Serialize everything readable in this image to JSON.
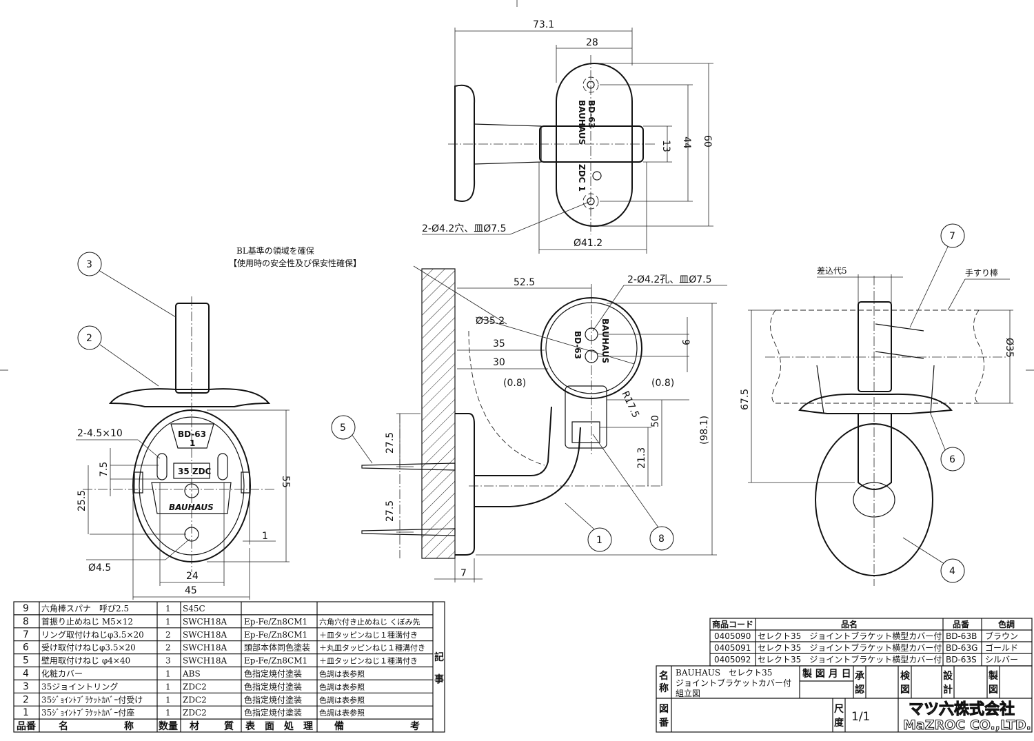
{
  "top_view": {
    "dim_overall": "73.1",
    "dim_width": "28",
    "dim_13": "13",
    "dim_44": "44",
    "dim_60": "60",
    "dim_dia": "Ø41.2",
    "hole_note": "2-Ø4.2穴、皿Ø7.5",
    "marking_1": "BAUHAUS",
    "marking_2": "BD-63",
    "marking_3": "ZDC 1"
  },
  "front_view": {
    "note_holes": "2-4.5×10",
    "dim_7_5": "7.5",
    "dim_25_5": "25.5",
    "dim_55": "55",
    "dim_1": "1",
    "dim_dia": "Ø4.5",
    "dim_24": "24",
    "dim_45": "45",
    "marking_1": "BD-63",
    "marking_1b": "1",
    "marking_2": "35 ZDC",
    "marking_3": "BAUHAUS"
  },
  "side_view": {
    "note_line1": "BL基準の領域を確保",
    "note_line2": "【使用時の安全性及び保安性確保】",
    "dim_52_5": "52.5",
    "hole_note": "2-Ø4.2孔、皿Ø7.5",
    "dim_35_2": "Ø35.2",
    "dim_35": "35",
    "dim_30": "30",
    "dim_0_8a": "(0.8)",
    "dim_0_8b": "(0.8)",
    "dim_9": "9",
    "dim_r": "R17.5",
    "dim_50": "50",
    "dim_98_1": "(98.1)",
    "dim_21_3": "21.3",
    "dim_27_5a": "27.5",
    "dim_27_5b": "27.5",
    "dim_7": "7",
    "marking_1": "BD-63",
    "marking_2": "BAUHAUS"
  },
  "right_view": {
    "note_insert": "差込代5",
    "note_rail": "手すり棒",
    "dim_67_5": "67.5",
    "dim_35": "Ø35"
  },
  "balloons": [
    "1",
    "2",
    "3",
    "4",
    "5",
    "6",
    "7",
    "8"
  ],
  "parts_table": {
    "rows": [
      {
        "no": "9",
        "name": "六角棒スパナ　呼び2.5",
        "qty": "1",
        "material": "S45C",
        "finish": "",
        "remarks": ""
      },
      {
        "no": "8",
        "name": "首振り止めねじ M5×12",
        "qty": "1",
        "material": "SWCH18A",
        "finish": "Ep-Fe/Zn8CM1",
        "remarks": "六角穴付き止めねじ くぼみ先"
      },
      {
        "no": "7",
        "name": "リング取付けねじφ3.5×20",
        "qty": "2",
        "material": "SWCH18A",
        "finish": "Ep-Fe/Zn8CM1",
        "remarks": "＋皿タッピンねじ１種溝付き"
      },
      {
        "no": "6",
        "name": "受け取付けねじφ3.5×20",
        "qty": "2",
        "material": "SWCH18A",
        "finish": "頭部本体同色塗装",
        "remarks": "＋丸皿タッピンねじ１種溝付き"
      },
      {
        "no": "5",
        "name": "壁用取付けねじ φ4×40",
        "qty": "3",
        "material": "SWCH18A",
        "finish": "Ep-Fe/Zn8CM1",
        "remarks": "＋皿タッピンねじ１種溝付き"
      },
      {
        "no": "4",
        "name": "化粧カバー",
        "qty": "1",
        "material": "ABS",
        "finish": "色指定焼付塗装",
        "remarks": "色調は表参照"
      },
      {
        "no": "3",
        "name": "35ジョイントリング",
        "qty": "1",
        "material": "ZDC2",
        "finish": "色指定焼付塗装",
        "remarks": "色調は表参照"
      },
      {
        "no": "2",
        "name": "35ｼﾞｮｲﾝﾄﾌﾞﾗｹｯﾄｶﾊﾞｰ付受け",
        "qty": "1",
        "material": "ZDC2",
        "finish": "色指定焼付塗装",
        "remarks": "色調は表参照"
      },
      {
        "no": "1",
        "name": "35ｼﾞｮｲﾝﾄﾌﾞﾗｹｯﾄｶﾊﾞｰ付座",
        "qty": "1",
        "material": "ZDC2",
        "finish": "色指定焼付塗装",
        "remarks": "色調は表参照"
      }
    ],
    "headers": {
      "no": "品番",
      "name_a": "名",
      "name_b": "称",
      "qty": "数量",
      "material_a": "材",
      "material_b": "質",
      "finish": "表　面　処　理",
      "remarks_a": "備",
      "remarks_b": "考"
    },
    "notes_label_a": "記",
    "notes_label_b": "事"
  },
  "product_table": {
    "headers": {
      "code": "商品コード",
      "name": "品名",
      "part": "品番",
      "color": "色調"
    },
    "rows": [
      {
        "code": "0405090",
        "name": "セレクト35　ジョイントブラケット横型カバー付",
        "part": "BD-63B",
        "color": "ブラウン"
      },
      {
        "code": "0405091",
        "name": "セレクト35　ジョイントブラケット横型カバー付",
        "part": "BD-63G",
        "color": "ゴールド"
      },
      {
        "code": "0405092",
        "name": "セレクト35　ジョイントブラケット横型カバー付",
        "part": "BD-63S",
        "color": "シルバー"
      }
    ]
  },
  "title_block": {
    "name_label_a": "名",
    "name_label_b": "称",
    "title_line1": "BAUHAUS　セレクト35",
    "title_line2": "ジョイントブラケットカバー付",
    "title_line3": "組立図",
    "date_label": "製 図 月 日",
    "approve_a": "承",
    "approve_b": "認",
    "check_a": "検",
    "check_b": "図",
    "design_a": "設",
    "design_b": "計",
    "draw_a": "製",
    "draw_b": "図",
    "drawing_no_a": "図",
    "drawing_no_b": "番",
    "scale_a": "尺",
    "scale_b": "度",
    "scale": "1/1",
    "company_jp": "マツ六株式会社",
    "company_en": "MaZROC CO.,LTD."
  }
}
